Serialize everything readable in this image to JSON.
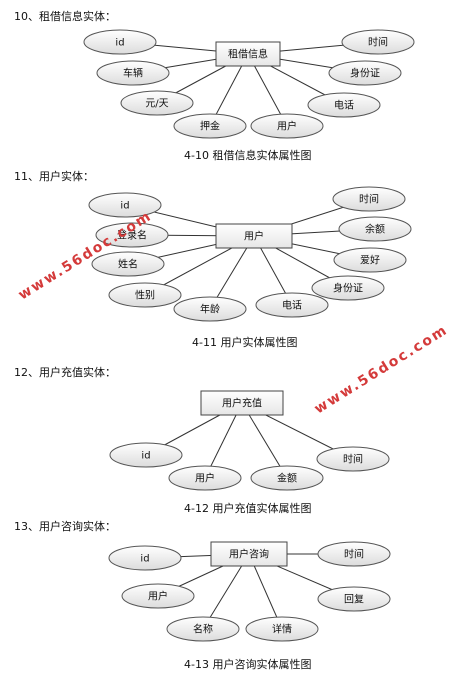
{
  "sections": [
    {
      "heading": "10、租借信息实体：",
      "entity": "租借信息",
      "attributes": [
        "id",
        "车辆",
        "元/天",
        "押金",
        "用户",
        "时间",
        "身份证",
        "电话"
      ],
      "caption": "4-10 租借信息实体属性图"
    },
    {
      "heading": "11、用户实体：",
      "entity": "用户",
      "attributes": [
        "id",
        "登录名",
        "姓名",
        "性别",
        "年龄",
        "电话",
        "时间",
        "余额",
        "爱好",
        "身份证"
      ],
      "caption": "4-11 用户实体属性图"
    },
    {
      "heading": "12、用户充值实体：",
      "entity": "用户充值",
      "attributes": [
        "id",
        "用户",
        "金额",
        "时间"
      ],
      "caption": "4-12 用户充值实体属性图"
    },
    {
      "heading": "13、用户咨询实体：",
      "entity": "用户咨询",
      "attributes": [
        "id",
        "用户",
        "名称",
        "详情",
        "回复",
        "时间"
      ],
      "caption": "4-13 用户咨询实体属性图"
    }
  ],
  "watermark": "www.56doc.com",
  "colors": {
    "line": "#333333",
    "ellipse_fill_top": "#ffffff",
    "ellipse_fill_bottom": "#dcdcdc",
    "watermark": "#d43a3a"
  }
}
